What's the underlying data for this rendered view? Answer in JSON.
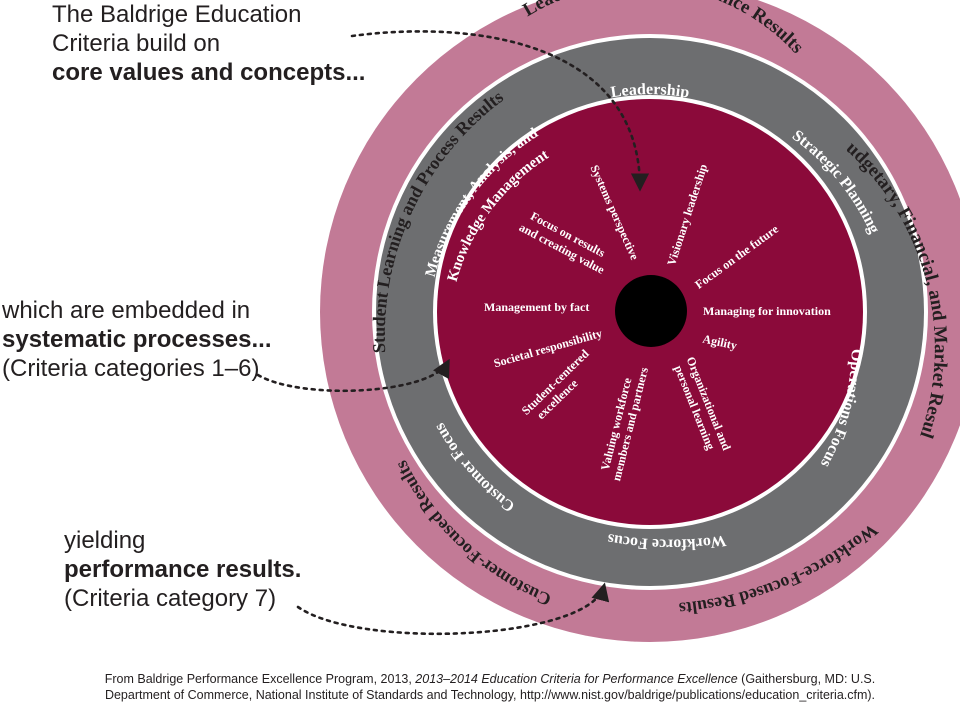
{
  "callouts": {
    "core": {
      "line1": "The Baldrige Education",
      "line2": "Criteria build on",
      "line3": "core values and concepts..."
    },
    "processes": {
      "line1": "which are embedded in",
      "line2": "systematic processes...",
      "line3": "(Criteria categories 1–6)"
    },
    "results": {
      "line1": "yielding",
      "line2": "performance results.",
      "line3": "(Criteria category 7)"
    }
  },
  "outer_ring": {
    "color": "#c27a96",
    "labels": {
      "leadership_governance": "Leadership and Governance Results",
      "budgetary": "Budgetary, Financial, and Market Results",
      "workforce": "Workforce-Focused Results",
      "customer": "Customer-Focused Results",
      "student": "Student Learning and Process Results"
    }
  },
  "middle_ring": {
    "color": "#6d6e70",
    "labels": {
      "leadership": "Leadership",
      "strategic": "Strategic Planning",
      "operations": "Operations Focus",
      "workforce": "Workforce Focus",
      "customer": "Customer Focus",
      "measurement1": "Measurement, Analysis, and",
      "measurement2": "Knowledge Management"
    }
  },
  "core": {
    "color": "#8b0a3a",
    "hub_color": "#000000",
    "values": {
      "systems": "Systems perspective",
      "visionary": "Visionary leadership",
      "future": "Focus on the future",
      "innovation": "Managing for innovation",
      "agility": "Agility",
      "org1": "Organizational and",
      "org2": "personal learning",
      "workforce1": "Valuing workforce",
      "workforce2": "members and partners",
      "student1": "Student-centered",
      "student2": "excellence",
      "societal": "Societal responsibility",
      "fact": "Management by fact",
      "results1": "Focus on results",
      "results2": "and creating value"
    }
  },
  "caption": {
    "prefix": "From Baldrige Performance Excellence Program, 2013, ",
    "title": "2013–2014 Education Criteria for Performance Excellence",
    "suffix": " (Gaithersburg, MD: U.S.",
    "line2": "Department of Commerce, National Institute of Standards and Technology, http://www.nist.gov/baldrige/publications/education_criteria.cfm)."
  }
}
